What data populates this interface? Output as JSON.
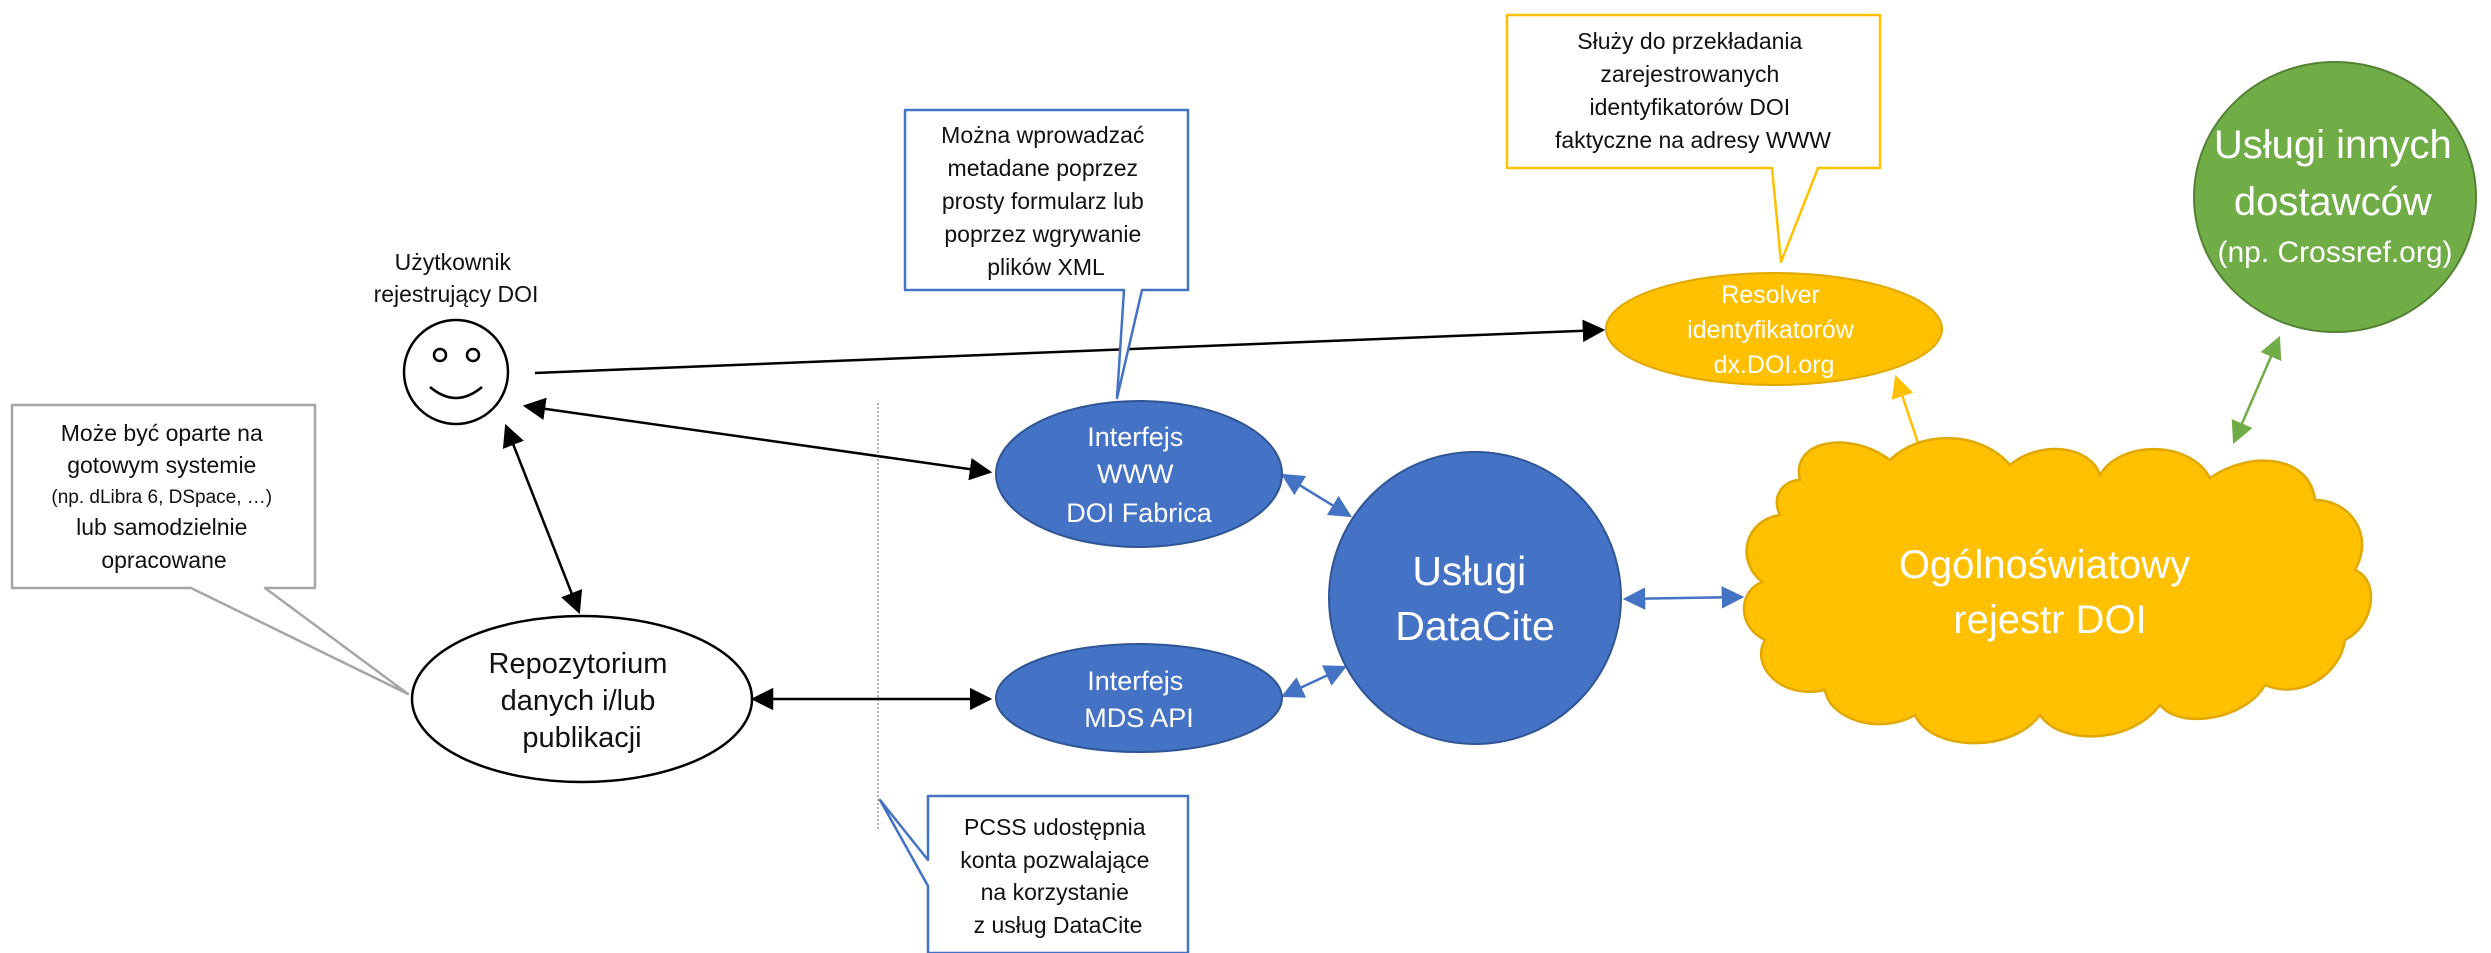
{
  "user": {
    "label_lines": [
      "Użytkownik",
      "rejestrujący DOI"
    ]
  },
  "repository": {
    "label_lines": [
      "Repozytorium",
      "danych i/lub",
      "publikacji"
    ]
  },
  "repo_note": {
    "lines": [
      "Może być oparte na",
      "gotowym systemie",
      "(np. dLibra 6, DSpace, …)",
      "lub samodzielnie",
      "opracowane"
    ]
  },
  "www_interface": {
    "label_lines": [
      "Interfejs",
      "WWW",
      "DOI Fabrica"
    ]
  },
  "www_note": {
    "lines": [
      "Można wprowadzać",
      "metadane poprzez",
      "prosty formularz lub",
      "poprzez wgrywanie",
      "plików XML"
    ]
  },
  "mds_interface": {
    "label_lines": [
      "Interfejs",
      "MDS API"
    ]
  },
  "pcss_note": {
    "lines": [
      "PCSS udostępnia",
      "konta pozwalające",
      "na korzystanie",
      "z usług DataCite"
    ]
  },
  "datacite": {
    "label_lines": [
      "Usługi",
      "DataCite"
    ]
  },
  "resolver": {
    "label_lines": [
      "Resolver",
      "identyfikatorów",
      "dx.DOI.org"
    ]
  },
  "resolver_note": {
    "lines": [
      "Służy do przekładania",
      "zarejestrowanych",
      "identyfikatorów DOI",
      "faktyczne na adresy WWW"
    ]
  },
  "global_registry": {
    "label_lines": [
      "Ogólnoświatowy",
      "rejestr DOI"
    ]
  },
  "other_providers": {
    "label_lines": [
      "Usługi innych",
      "dostawców",
      "(np. Crossref.org)"
    ]
  },
  "colors": {
    "blue": "#4472c4",
    "blue_dark": "#2f5597",
    "yellow": "#ffc000",
    "yellow_dark": "#e0a800",
    "green": "#70ad47",
    "green_dark": "#548235",
    "gray": "#a6a6a6",
    "black": "#000000"
  }
}
